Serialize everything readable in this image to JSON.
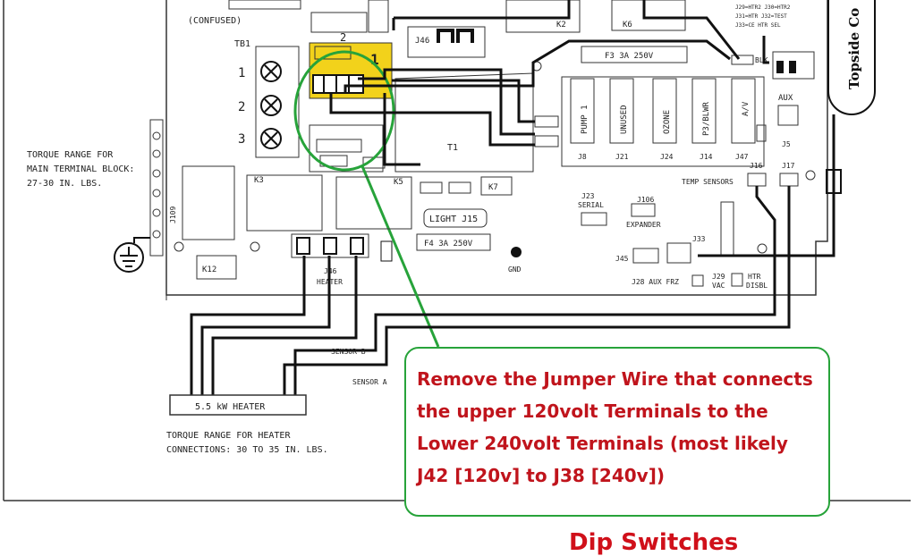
{
  "labels": {
    "confused": "(CONFUSED)",
    "tb1": "TB1",
    "terminal_1": "1",
    "terminal_2": "2",
    "terminal_3": "3",
    "callout_1": "1",
    "callout_2": "2",
    "j46_top": "J46",
    "k2": "K2",
    "k6": "K6",
    "fuse_f3": "F3 3A 250V",
    "pump1": "PUMP 1",
    "unused": "UNUSED",
    "ozone": "OZONE",
    "p3_blwr": "P3/BLWR",
    "av": "A/V",
    "j8": "J8",
    "j21": "J21",
    "j24": "J24",
    "j14": "J14",
    "j47": "J47",
    "aux": "AUX",
    "j5": "J5",
    "t1": "T1",
    "k3": "K3",
    "k5": "K5",
    "k7": "K7",
    "k12": "K12",
    "light": "LIGHT J15",
    "fuse_f4": "F4 3A 250V",
    "gnd": "GND",
    "j23_serial": "J23\nSERIAL",
    "j106_expander": "J106\nEXPANDER",
    "j33": "J33",
    "j45": "J45",
    "j16": "J16",
    "j17": "J17",
    "temp_sensors": "TEMP SENSORS",
    "j28_aux_frz": "J28 AUX FRZ",
    "j29_vac": "J29\nVAC",
    "htr_disbl": "HTR\nDISBL",
    "j46_heater": "J46\nHEATER",
    "j109": "J109",
    "torque_main_1": "TORQUE RANGE FOR",
    "torque_main_2": "MAIN TERMINAL BLOCK:",
    "torque_main_3": "27-30 IN. LBS.",
    "sensor_b": "SENSOR B",
    "sensor_a": "SENSOR A",
    "heater": "5.5 kW HEATER",
    "torque_heater_1": "TORQUE RANGE FOR HEATER",
    "torque_heater_2": "CONNECTIONS: 30 TO 35 IN. LBS.",
    "topside": "Topside Co",
    "blk": "BLK"
  },
  "note": {
    "line1": "Remove the Jumper Wire that connects",
    "line2": "the upper 120volt Terminals to the",
    "line3": "Lower 240volt Terminals (most likely",
    "line4": "J42 [120v] to J38 [240v])"
  },
  "bottom_title": "Dip Switches",
  "colors": {
    "highlight": "#f2d21b",
    "callout_circle": "#27a33a",
    "note_text": "#c0141c",
    "wire": "#111111"
  }
}
